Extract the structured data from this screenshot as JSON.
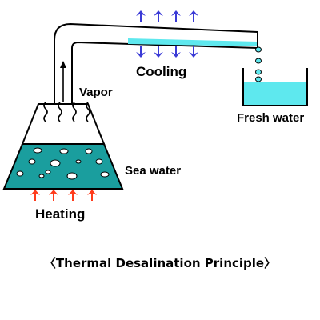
{
  "labels": {
    "cooling": "Cooling",
    "vapor": "Vapor",
    "fresh_water": "Fresh water",
    "sea_water": "Sea water",
    "heating": "Heating"
  },
  "caption": "〈Thermal Desalination Principle〉",
  "colors": {
    "sea_water": "#1a9e9e",
    "fresh_water": "#5ee8ee",
    "cooling_arrows": "#3a3ad6",
    "heating_arrows": "#ff3a1a",
    "outline": "#000000"
  },
  "icons": {
    "cooling": "up-and-down-arrows",
    "heating": "up-arrows",
    "vapor": "wavy-lines"
  }
}
